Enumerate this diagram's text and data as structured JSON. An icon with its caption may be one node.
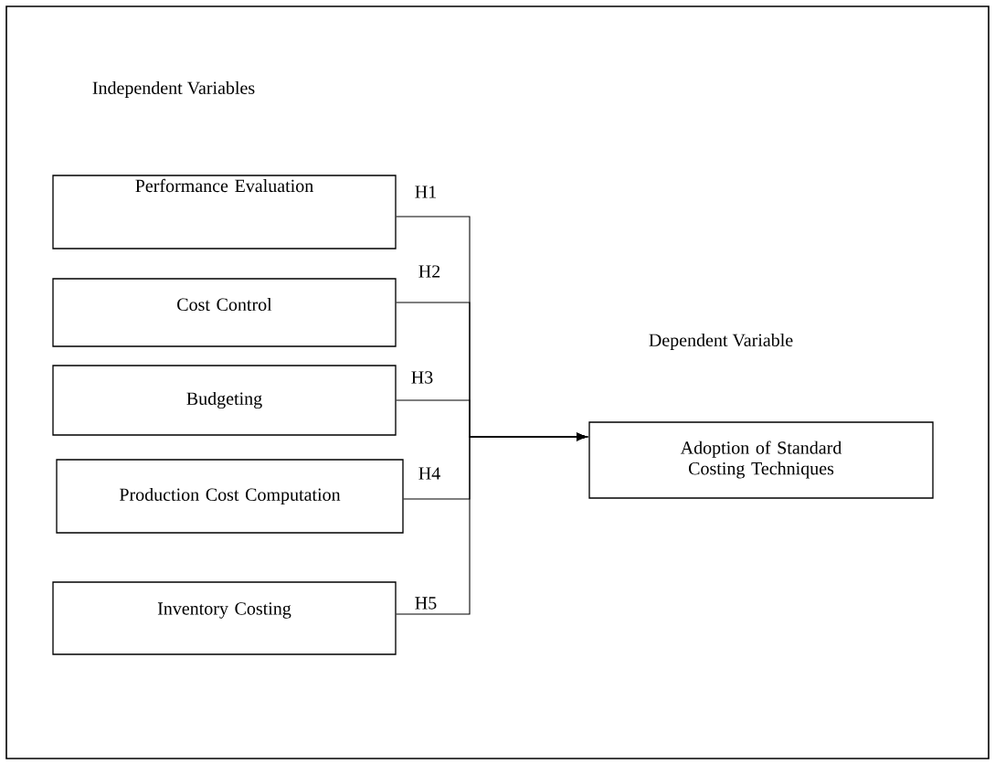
{
  "diagram": {
    "nodes": [
      {
        "text": [
          "Performance Evaluation"
        ]
      },
      {
        "text": [
          "Cost Control"
        ]
      },
      {
        "text": [
          "Budgeting"
        ]
      },
      {
        "text": [
          "Production Cost Computation"
        ]
      },
      {
        "text": [
          "Inventory Costing"
        ]
      },
      {
        "text": [
          "Adoption of Standard Costing Techniques"
        ]
      }
    ],
    "edges": [
      {
        "from": 0,
        "to": 5,
        "arrow": "to",
        "label": "H1"
      },
      {
        "from": 1,
        "to": 5,
        "arrow": "to",
        "label": "H2"
      },
      {
        "from": 2,
        "to": 5,
        "arrow": "to",
        "label": "H3"
      },
      {
        "from": 3,
        "to": 5,
        "arrow": "to",
        "label": "H4"
      },
      {
        "from": 4,
        "to": 5,
        "arrow": "to",
        "label": "H5"
      }
    ],
    "labels": [
      "Independent Variables",
      "Dependent Variable"
    ]
  }
}
